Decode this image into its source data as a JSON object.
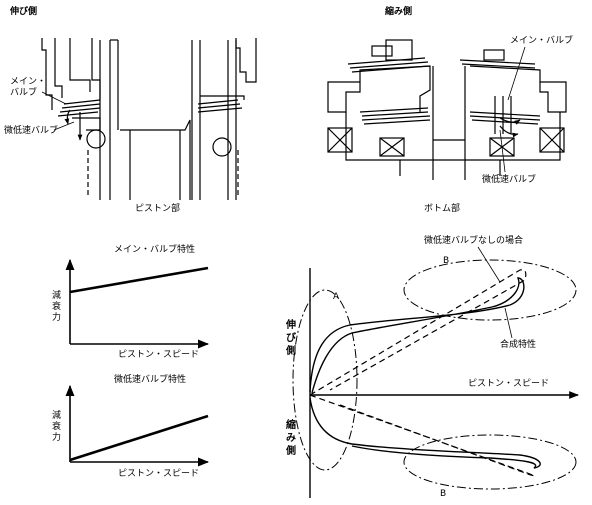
{
  "piston": {
    "title": "伸び側",
    "main_valve_line1": "メイン・",
    "main_valve_line2": "バルブ",
    "micro_valve": "微低速バルブ",
    "caption": "ピストン部"
  },
  "bottom": {
    "title": "縮み側",
    "main_valve": "メイン・バルブ",
    "micro_valve": "微低速バルブ",
    "caption": "ボトム部"
  },
  "chart_main": {
    "title": "メイン・バルブ特性",
    "ylabel_chars": [
      "減",
      "衰",
      "力"
    ],
    "xlabel": "ピストン・スピード"
  },
  "chart_micro": {
    "title": "微低速バルブ特性",
    "ylabel_chars": [
      "減",
      "衰",
      "力"
    ],
    "xlabel": "ピストン・スピード"
  },
  "chart_combined": {
    "no_micro_label": "微低速バルブなしの場合",
    "combined_label": "合成特性",
    "xlabel": "ピストン・スピード",
    "region_a": "A",
    "region_b_top": "B",
    "region_b_bottom": "B",
    "extension_chars": [
      "伸",
      "び",
      "側"
    ],
    "compression_chars": [
      "縮",
      "み",
      "側"
    ]
  }
}
